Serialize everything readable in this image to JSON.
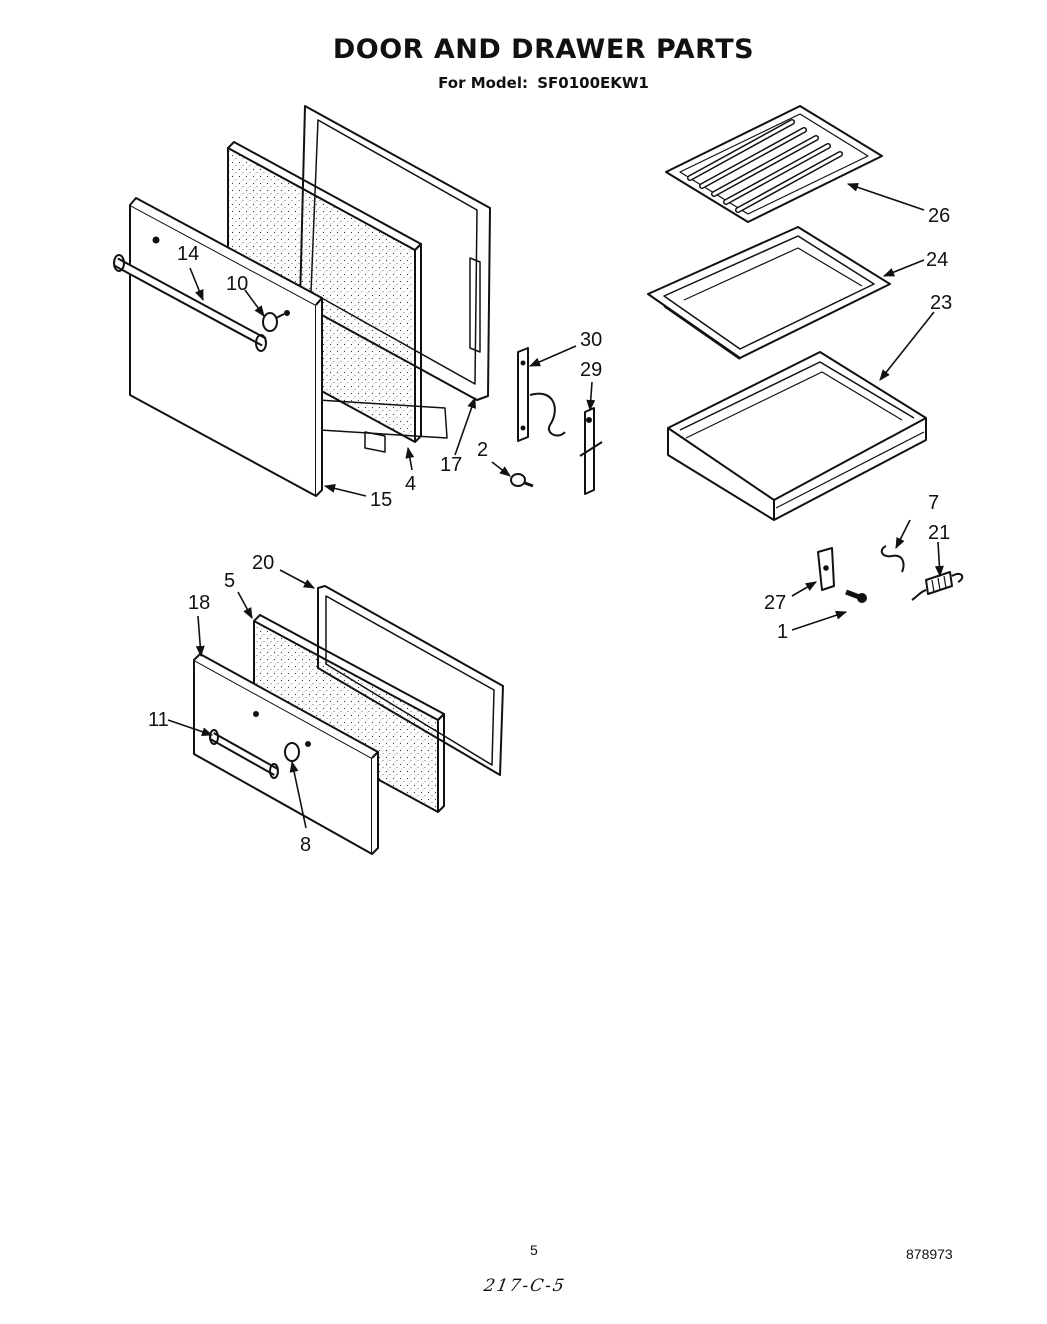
{
  "header": {
    "title": "DOOR AND DRAWER PARTS",
    "model_prefix": "For Model:",
    "model_number": "SF0100EKW1"
  },
  "callouts": {
    "p1": "1",
    "p2": "2",
    "p4": "4",
    "p5": "5",
    "p7": "7",
    "p8": "8",
    "p10": "10",
    "p11": "11",
    "p14": "14",
    "p15": "15",
    "p17": "17",
    "p18": "18",
    "p20": "20",
    "p21": "21",
    "p23": "23",
    "p24": "24",
    "p26": "26",
    "p27": "27",
    "p29": "29",
    "p30": "30"
  },
  "footer": {
    "page_number": "5",
    "document_number": "878973",
    "handwritten_note": "217-C-5"
  }
}
